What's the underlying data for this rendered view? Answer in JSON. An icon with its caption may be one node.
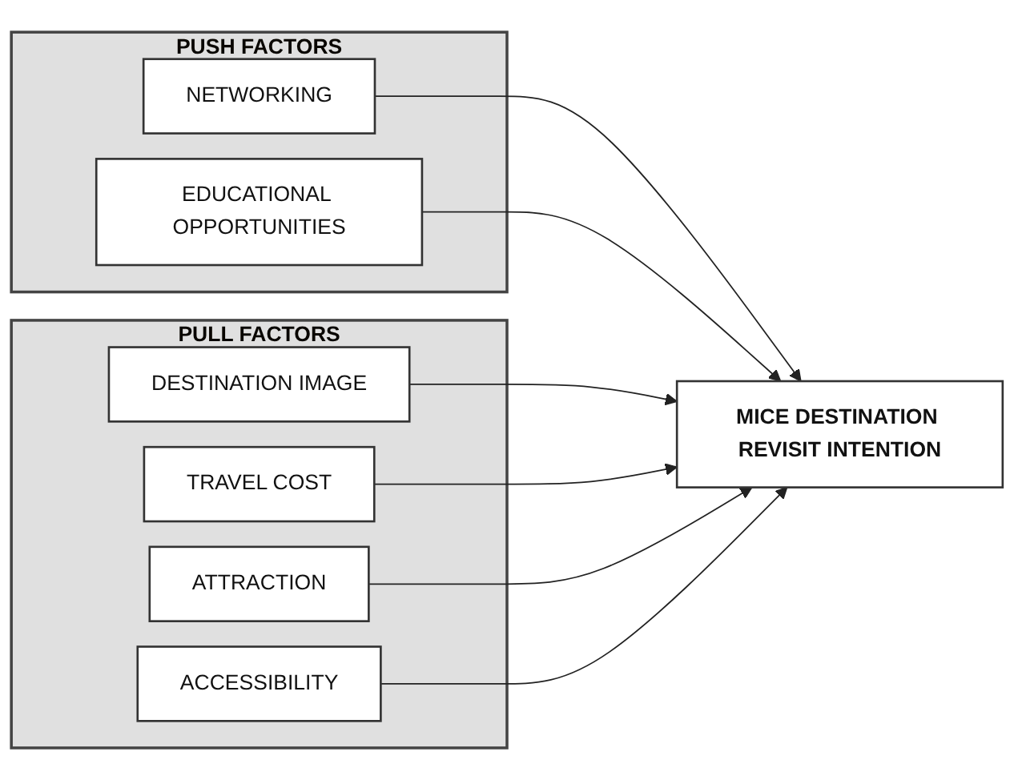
{
  "diagram": {
    "nodes": [
      {
        "text": [
          "PUSH FACTORS"
        ]
      },
      {
        "text": [
          "NETWORKING"
        ],
        "in": 0
      },
      {
        "text": [
          "EDUCATIONAL OPPORTUNITIES"
        ],
        "in": 0
      },
      {
        "text": [
          "PULL FACTORS"
        ]
      },
      {
        "text": [
          "DESTINATION IMAGE"
        ],
        "in": 3
      },
      {
        "text": [
          "TRAVEL COST"
        ],
        "in": 3
      },
      {
        "text": [
          "ATTRACTION"
        ],
        "in": 3
      },
      {
        "text": [
          "ACCESSIBILITY"
        ],
        "in": 3
      },
      {
        "text": [
          "MICE DESTINATION REVISIT INTENTION"
        ]
      }
    ],
    "edges": [
      {
        "from": 1,
        "to": 8,
        "arrow": "to"
      },
      {
        "from": 2,
        "to": 8,
        "arrow": "to"
      },
      {
        "from": 4,
        "to": 8,
        "arrow": "to"
      },
      {
        "from": 5,
        "to": 8,
        "arrow": "to"
      },
      {
        "from": 6,
        "to": 8,
        "arrow": "to"
      },
      {
        "from": 7,
        "to": 8,
        "arrow": "to"
      }
    ]
  }
}
